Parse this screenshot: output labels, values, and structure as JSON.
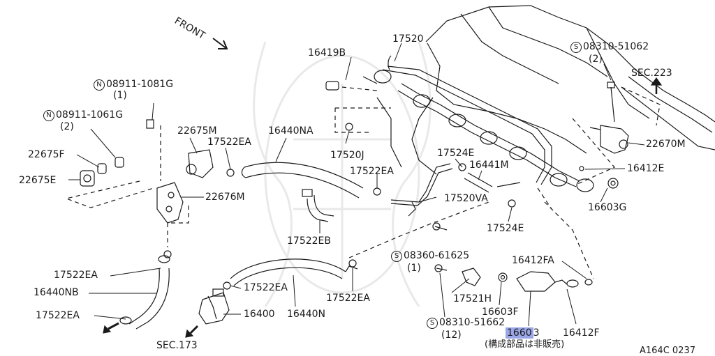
{
  "labels": {
    "front": "FRONT",
    "p17520": "17520",
    "p16419B": "16419B",
    "p08310_51062": "08310-51062",
    "p08310_51062_qty": "(2)",
    "sec223": "SEC.223",
    "p08911_1081G": "08911-1081G",
    "p08911_1081G_qty": "(1)",
    "p08911_1061G": "08911-1061G",
    "p08911_1061G_qty": "(2)",
    "p22675M": "22675M",
    "p17522EA_a": "17522EA",
    "p16440NA": "16440NA",
    "p17520J": "17520J",
    "p17524E_a": "17524E",
    "p16441M": "16441M",
    "p22670M": "22670M",
    "p22675F": "22675F",
    "p17522EA_b": "17522EA",
    "p16412E": "16412E",
    "p22675E": "22675E",
    "p22676M": "22676M",
    "p17520VA": "17520VA",
    "p16603G": "16603G",
    "p17522EB": "17522EB",
    "p17524E_b": "17524E",
    "p08360_61625": "08360-61625",
    "p08360_61625_qty": "(1)",
    "p17522EA_c": "17522EA",
    "p16412FA": "16412FA",
    "p16440NB": "16440NB",
    "p17522EA_d": "17522EA",
    "p17521H": "17521H",
    "p17522EA_e": "17522EA",
    "p16603F": "16603F",
    "p17522EA_f": "17522EA",
    "p16400": "16400",
    "p16440N": "16440N",
    "p08310_51662": "08310-51662",
    "p08310_51662_qty": "(12)",
    "p16603_a": "1660",
    "p16603_b": "3",
    "p16412F": "16412F",
    "note_jp": "(構成部品は非販売)",
    "sec173": "SEC.173",
    "ref": "A164C 0237",
    "n": "N",
    "s": "S"
  },
  "colors": {
    "line": "#1a1a1a",
    "highlight": "#9aa6e6"
  }
}
